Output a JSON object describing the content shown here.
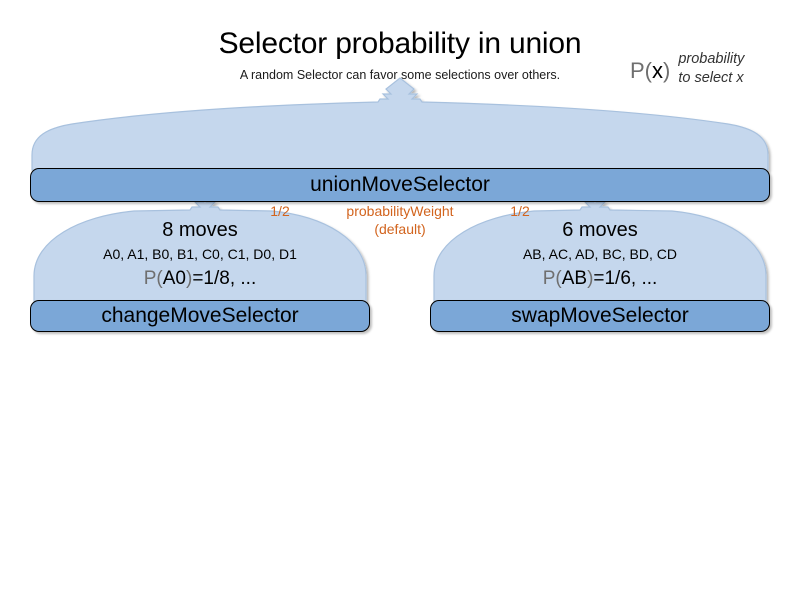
{
  "header": {
    "title": "Selector probability in union",
    "subtitle": "A random Selector can favor some selections over others."
  },
  "legend": {
    "symbol_prefix": "P(",
    "symbol_var": "x",
    "symbol_suffix": ")",
    "description_line1": "probability",
    "description_line2": "to select x"
  },
  "diagram": {
    "type": "hierarchy",
    "root": {
      "box_label": "unionMoveSelector",
      "cloud": "wide-arch-with-up-arrow"
    },
    "weights": {
      "left_value": "1/2",
      "right_value": "1/2",
      "name": "probabilityWeight",
      "qualifier": "(default)"
    },
    "branches": [
      {
        "box_label": "changeMoveSelector",
        "moves_count_label": "8 moves",
        "moves_list": "A0, A1, B0, B1, C0, C1, D0, D1",
        "probability_prefix": "P(",
        "probability_var": "A0",
        "probability_suffix": ")",
        "probability_value": "=1/8, ..."
      },
      {
        "box_label": "swapMoveSelector",
        "moves_count_label": "6 moves",
        "moves_list": "AB, AC, AD, BC, BD, CD",
        "probability_prefix": "P(",
        "probability_var": "AB",
        "probability_suffix": ")",
        "probability_value": "=1/6, ..."
      }
    ]
  },
  "colors": {
    "box_fill": "#7ba7d7",
    "cloud_fill": "#c5d7ed",
    "cloud_stroke": "#9db8d8",
    "weight_text": "#d2641e",
    "muted_text": "#6f6f6f",
    "background": "#ffffff"
  }
}
